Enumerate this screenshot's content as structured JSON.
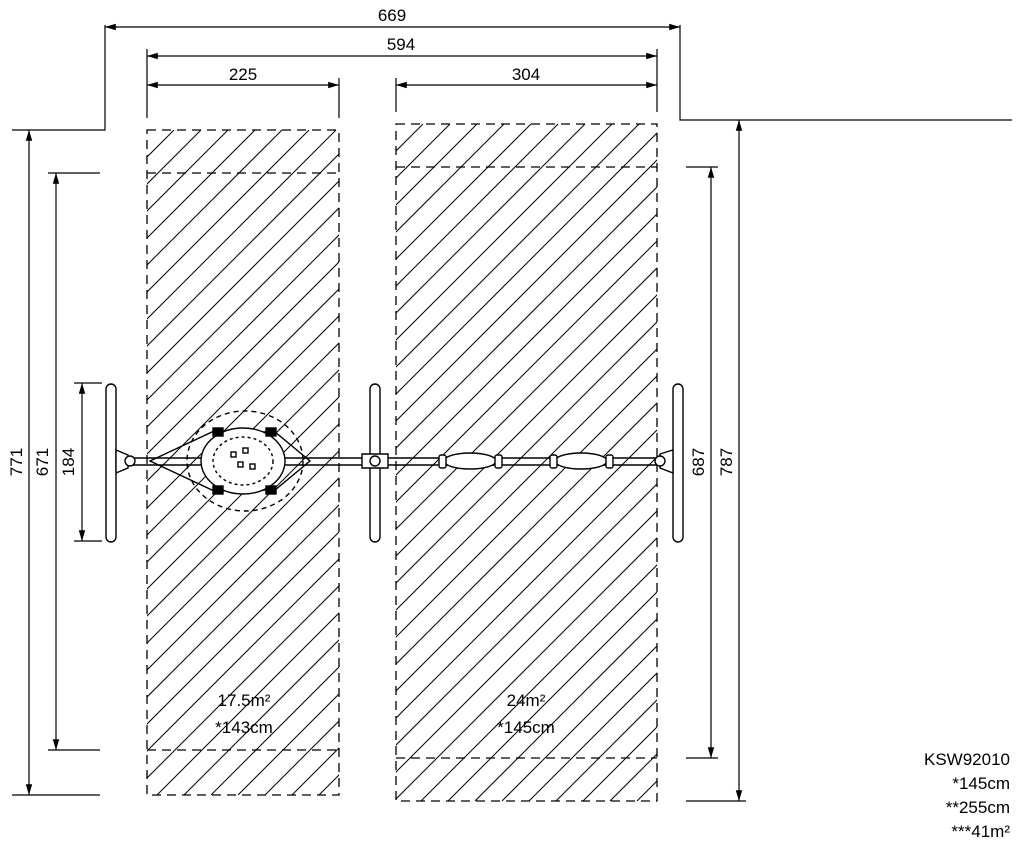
{
  "dimensions": {
    "overall_width": "669",
    "inner_width": "594",
    "left_zone_width": "225",
    "right_zone_width": "304",
    "left_overall_height": "771",
    "left_inner_height": "671",
    "frame_leg_height": "184",
    "right_inner_height": "687",
    "right_overall_height": "787"
  },
  "zones": {
    "left": {
      "area": "17.5m²",
      "fall_height": "*143cm"
    },
    "right": {
      "area": "24m²",
      "fall_height": "*145cm"
    }
  },
  "spec": {
    "model": "KSW92010",
    "free_fall_height": "*145cm",
    "height": "**255cm",
    "area": "***41m²"
  },
  "colors": {
    "line": "#000000",
    "background": "#ffffff",
    "part_fill": "#ffffff"
  }
}
